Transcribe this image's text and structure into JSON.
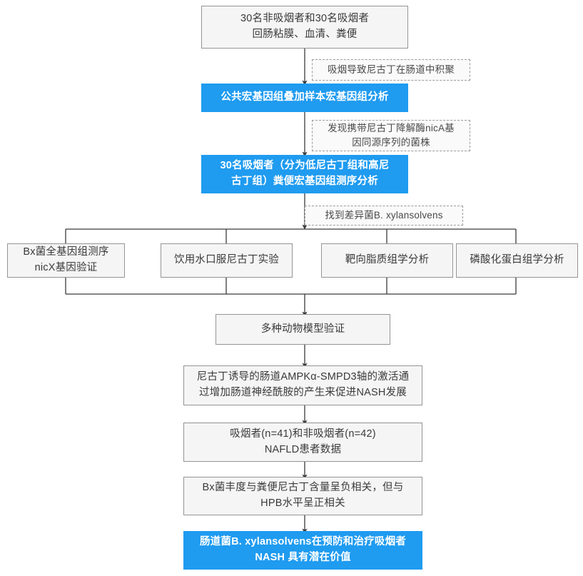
{
  "diagram": {
    "title": "Nicotine / gut microbiome NASH study flowchart",
    "colors": {
      "accent": "#1F9BF0",
      "node_fill": "#f5f5f5",
      "node_border": "#949494",
      "note_border": "#9a9a9a",
      "line": "#3a3a3a",
      "text": "#3a3a3a",
      "accent_text": "#ffffff"
    },
    "nodes": {
      "cohort": "30名非吸烟者和30名吸烟者\n回肠粘膜、血清、粪便",
      "note_accumulation": "吸烟导致尼古丁在肠道中积聚",
      "public_metagenome": "公共宏基因组叠加样本宏基因组分析",
      "note_nica": "发现携带尼古丁降解酶nicA基\n因同源序列的菌株",
      "smoker_metagenome": "30名吸烟者（分为低尼古丁组和高尼\n古丁组）粪便宏基因组测序分析",
      "note_bxylan": "找到差异菌B. xylansolvens",
      "branch_1": "Bx菌全基因组测序\nnicX基因验证",
      "branch_2": "饮用水口服尼古丁实验",
      "branch_3": "靶向脂质组学分析",
      "branch_4": "磷酸化蛋白组学分析",
      "animal_models": "多种动物模型验证",
      "mechanism": "尼古丁诱导的肠道AMPKα-SMPD3轴的激活通\n过增加肠道神经酰胺的产生来促进NASH发展",
      "patient_data": "吸烟者(n=41)和非吸烟者(n=42)\nNAFLD患者数据",
      "correlation": "Bx菌丰度与粪便尼古丁含量呈负相关，但与\nHPB水平呈正相关",
      "conclusion": "肠道菌B. xylansolvens在预防和治疗吸烟者\nNASH 具有潜在价值"
    }
  }
}
